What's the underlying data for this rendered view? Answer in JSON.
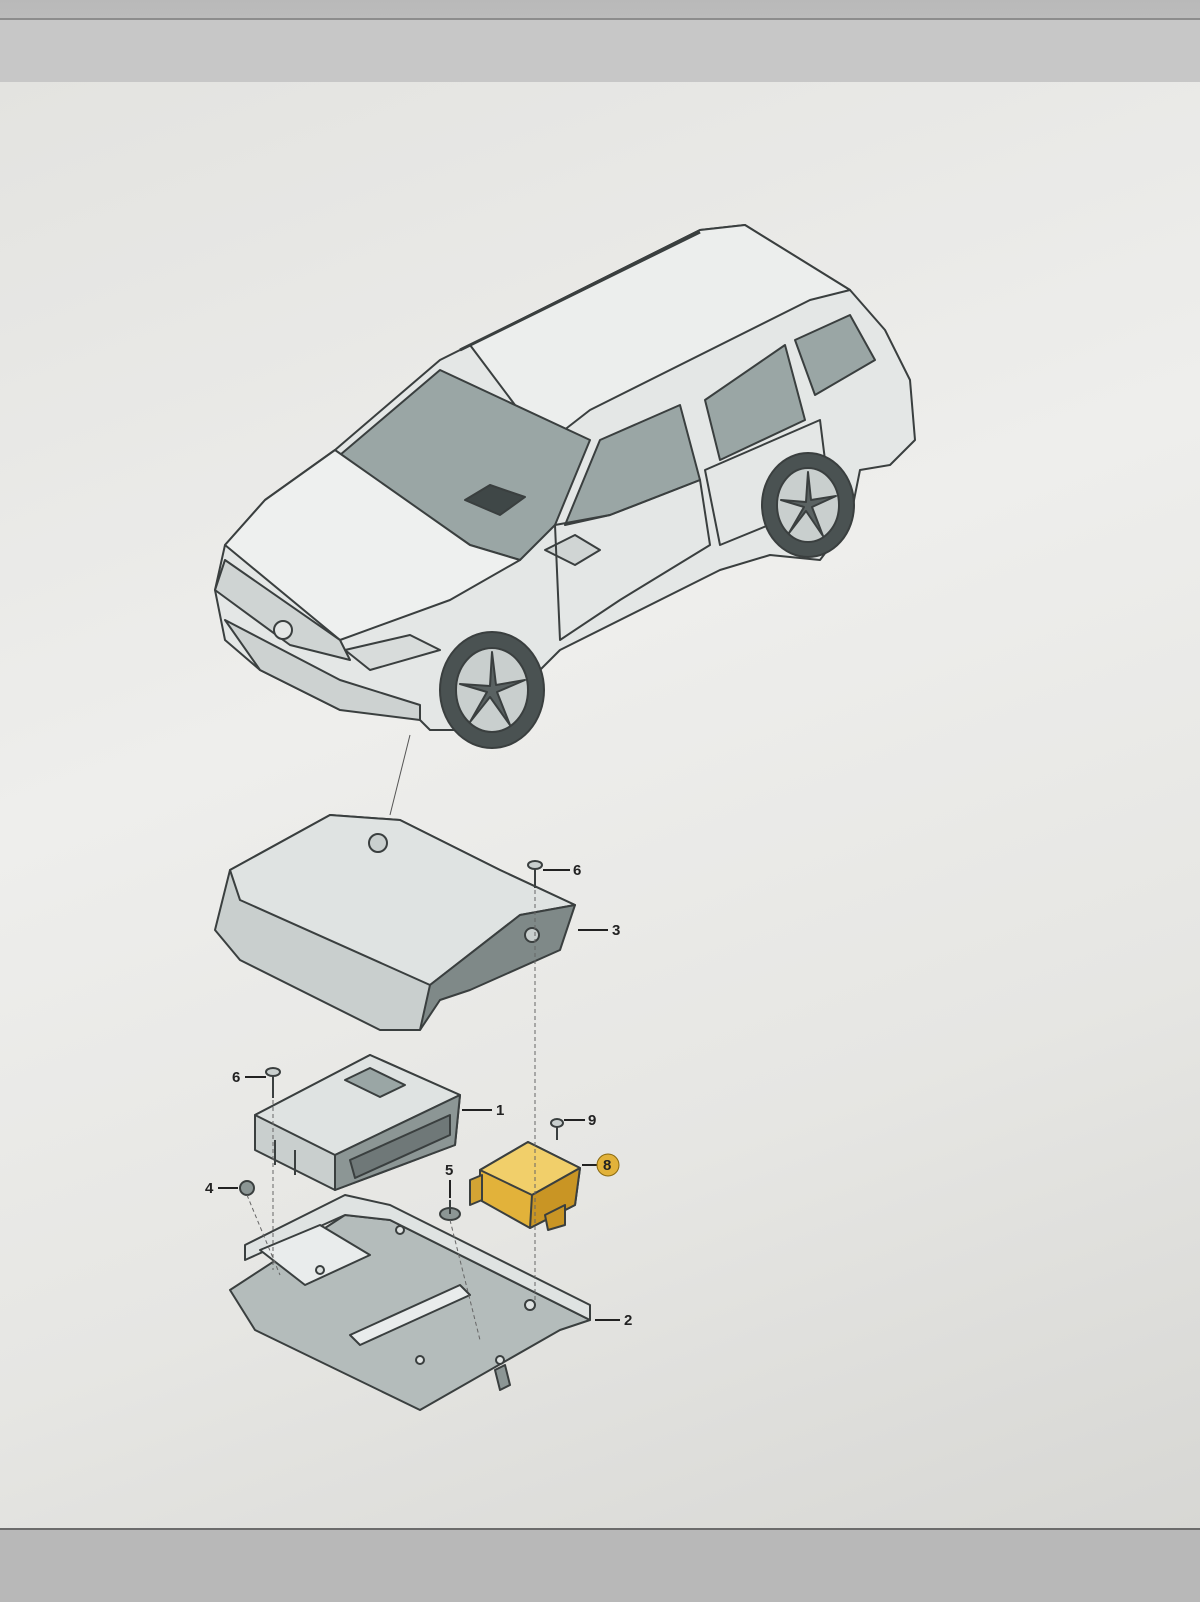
{
  "callouts": {
    "c1": "1",
    "c2": "2",
    "c3": "3",
    "c4": "4",
    "c5": "5",
    "c6a": "6",
    "c6b": "6",
    "c8": "8",
    "c9": "9"
  },
  "colors": {
    "highlight_part": "#e2b23a",
    "part_fill": "#c9cfce",
    "part_dark": "#8c9695",
    "glass": "#9aa6a5",
    "outline": "#3a3f3f"
  },
  "highlighted_part": "8"
}
